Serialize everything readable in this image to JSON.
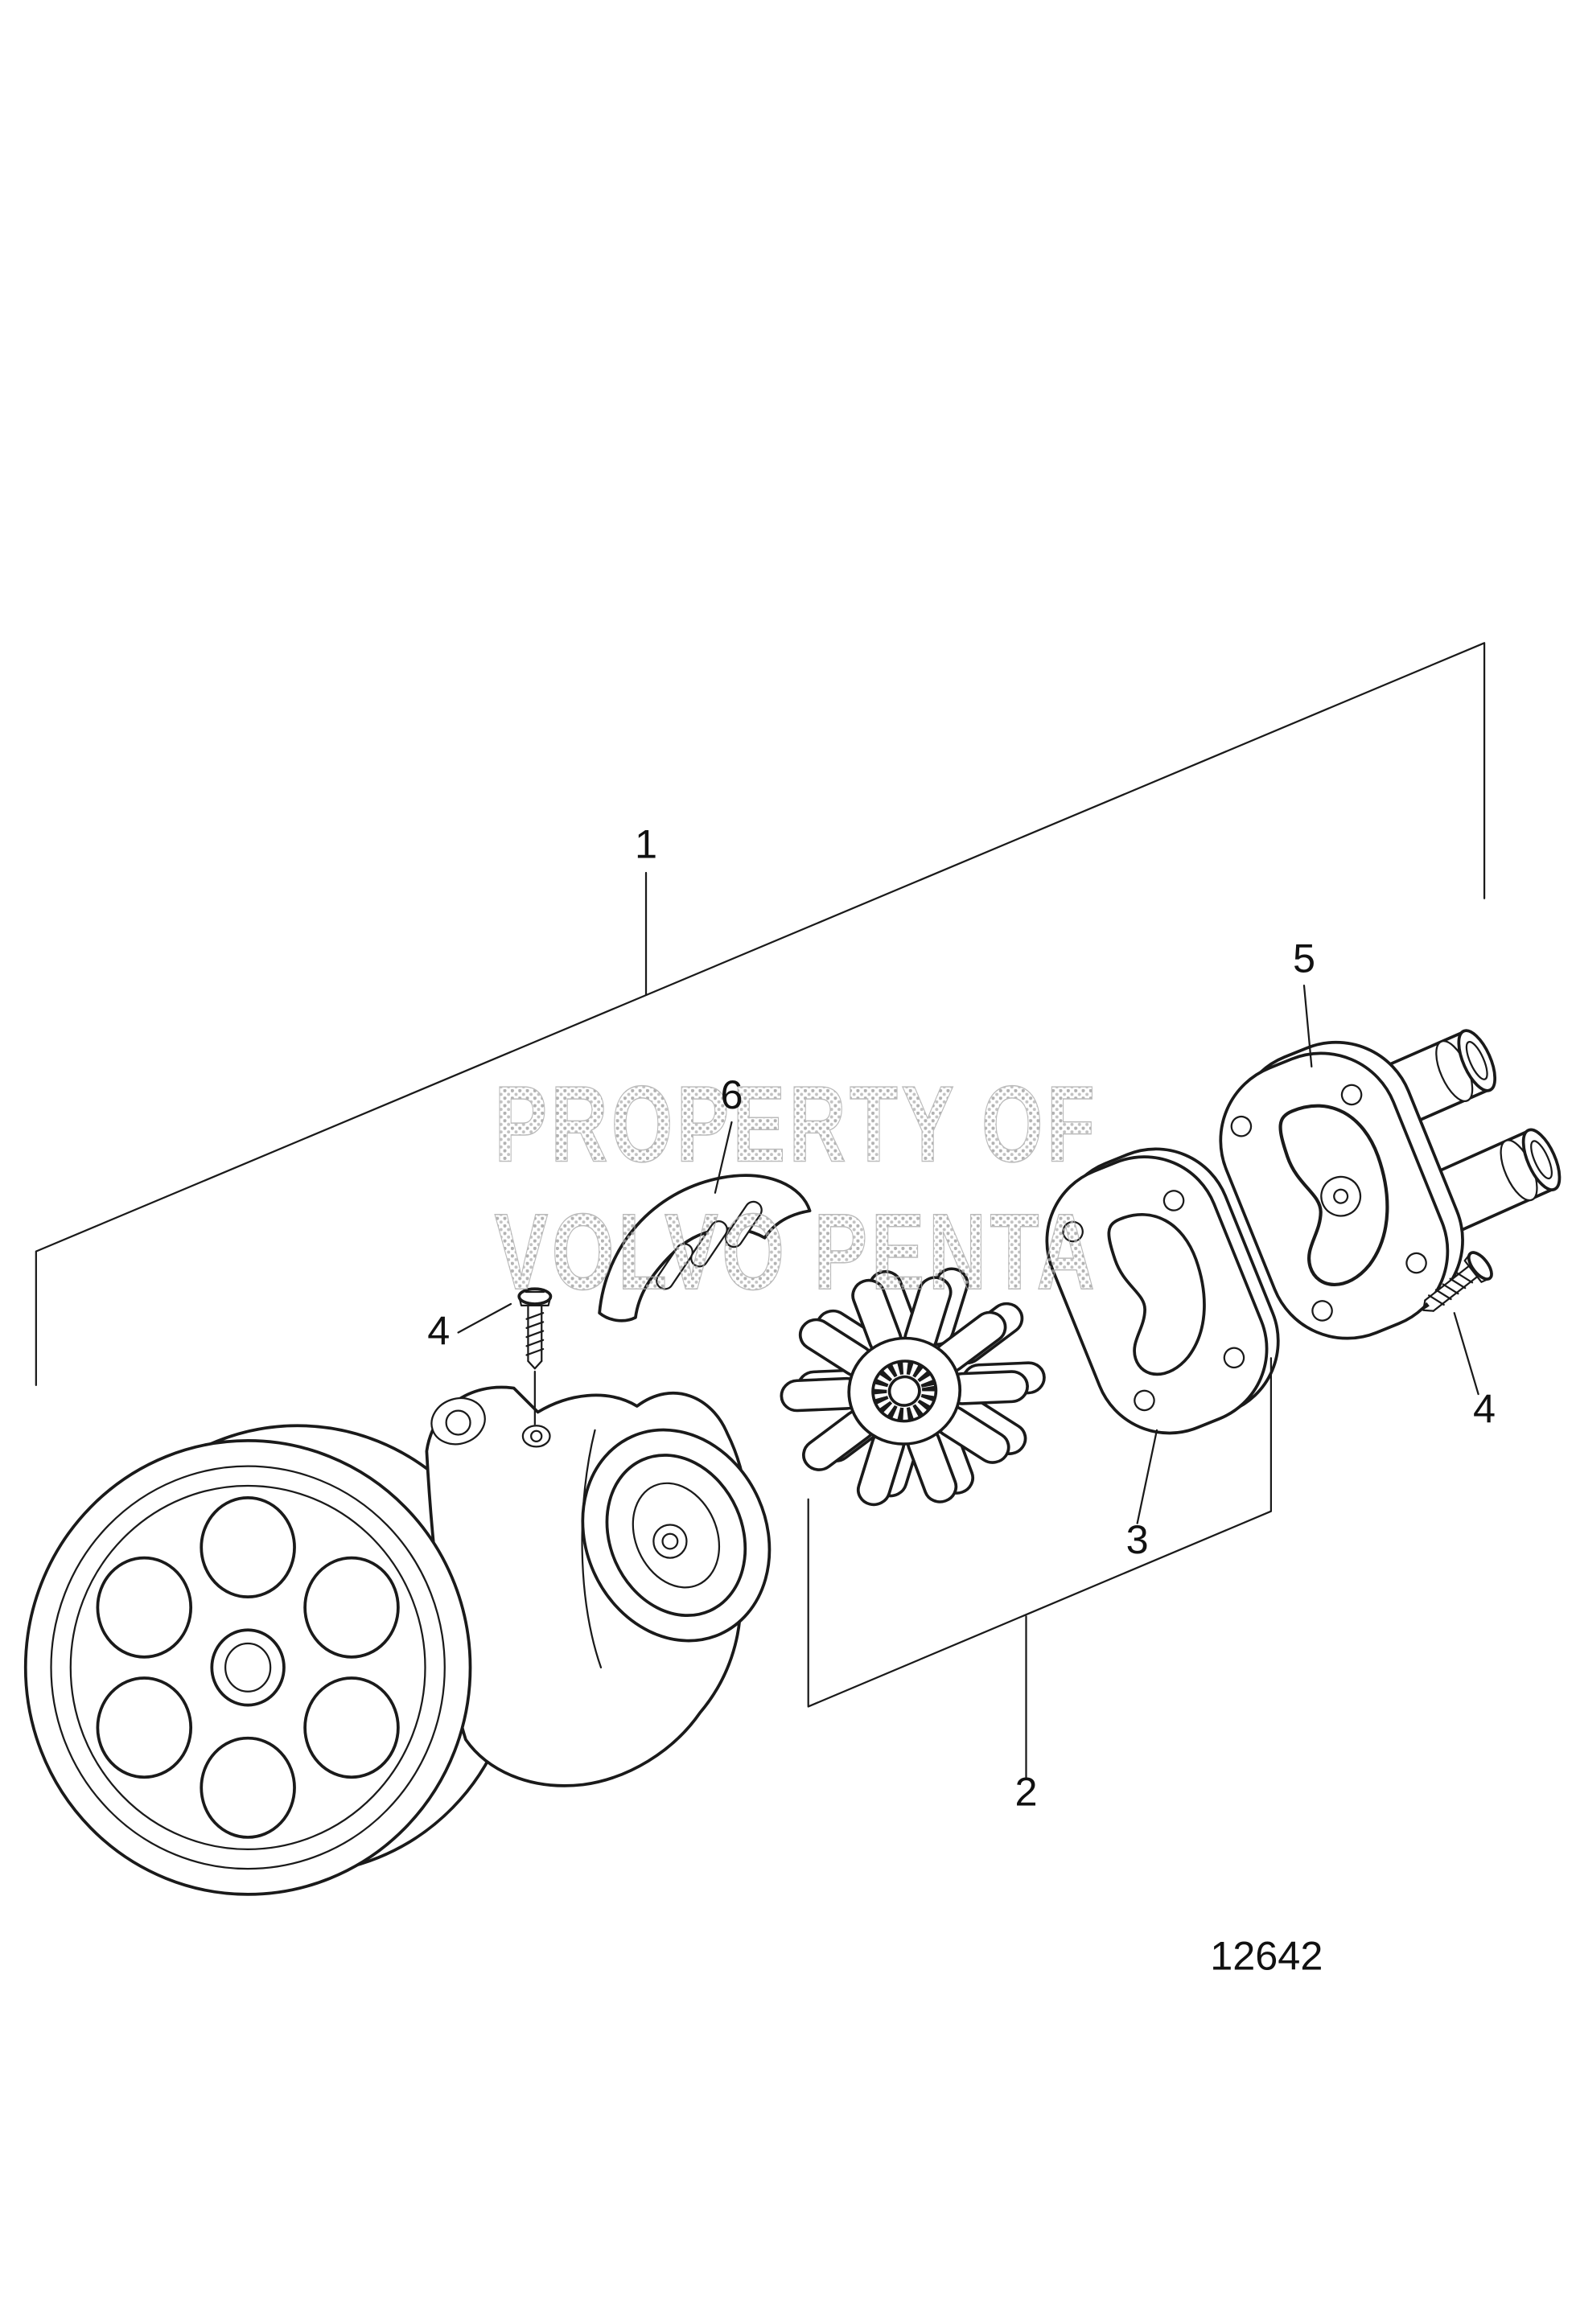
{
  "diagram": {
    "figure_number": "12642",
    "watermark": {
      "line1": "PROPERTY OF",
      "line2": "VOLVO PENTA"
    },
    "callouts": {
      "item1": "1",
      "item2": "2",
      "item3": "3",
      "item4_left": "4",
      "item4_right": "4",
      "item5": "5",
      "item6": "6"
    },
    "parts": [
      "pulley-pump-assembly",
      "cam",
      "impeller",
      "gasket",
      "end-cover-with-connections",
      "screw-top",
      "screw-right"
    ],
    "colors": {
      "line": "#1a1a1a",
      "watermark": "#a8a8a8",
      "background": "#ffffff"
    }
  }
}
